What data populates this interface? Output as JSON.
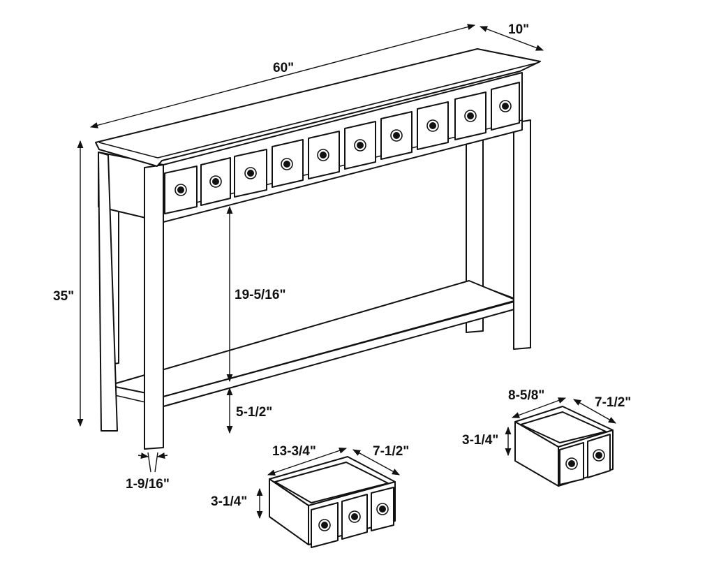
{
  "dimensions": {
    "table_length": "60\"",
    "table_depth": "10\"",
    "table_height": "35\"",
    "clearance_top_to_shelf": "19-5/16\"",
    "shelf_height": "5-1/2\"",
    "leg_width": "1-9/16\"",
    "large_drawer_width": "13-3/4\"",
    "large_drawer_depth": "7-1/2\"",
    "large_drawer_height": "3-1/4\"",
    "small_drawer_width": "8-5/8\"",
    "small_drawer_depth": "7-1/2\"",
    "small_drawer_height": "3-1/4\""
  },
  "colors": {
    "line": "#111111",
    "background": "#ffffff"
  }
}
